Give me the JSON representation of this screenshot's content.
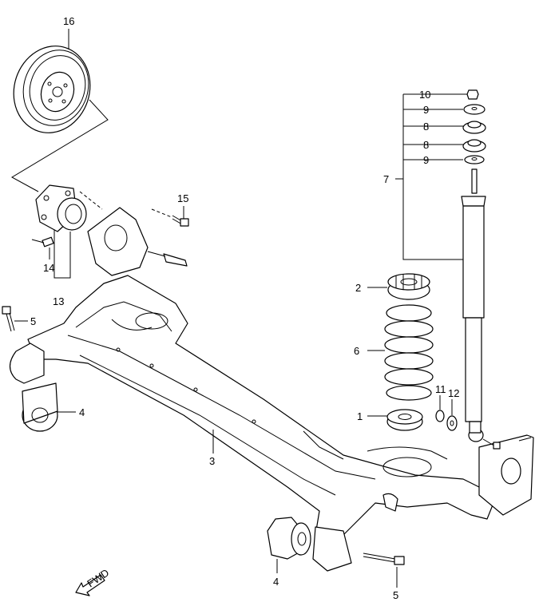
{
  "diagram": {
    "callouts": {
      "c16": "16",
      "c15": "15",
      "c14": "14",
      "c13": "13",
      "c10": "10",
      "c9a": "9",
      "c8a": "8",
      "c8b": "8",
      "c9b": "9",
      "c7": "7",
      "c2": "2",
      "c6": "6",
      "c5a": "5",
      "c4a": "4",
      "c11": "11",
      "c12": "12",
      "c1": "1",
      "c3": "3",
      "c4b": "4",
      "c5b": "5"
    },
    "fwd_arrow_text": "FWD"
  }
}
